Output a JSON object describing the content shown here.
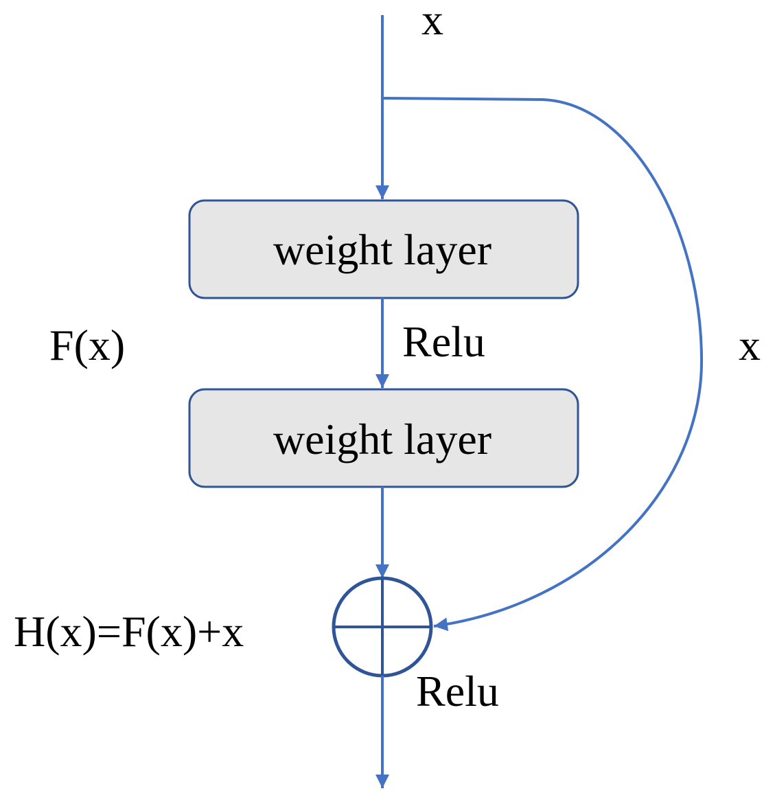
{
  "colors": {
    "arrow": "#4472C4",
    "box_fill": "#E6E6E6",
    "box_stroke": "#2F5597",
    "sum_node": "#2F5597",
    "text": "#000000"
  },
  "labels": {
    "input_x": "x",
    "shortcut_x": "x",
    "layer_1": "weight layer",
    "layer_2": "weight layer",
    "relu_mid": "Relu",
    "relu_out": "Relu",
    "residual_function": "F(x)",
    "output_formula": "H(x)=F(x)+x"
  },
  "icons": {
    "sum_node": "circle-plus-icon"
  }
}
